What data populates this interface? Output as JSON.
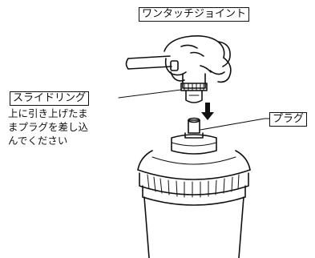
{
  "labels": {
    "one_touch_joint": "ワンタッチジョイント",
    "slide_ring": "スライドリング",
    "plug": "プラグ"
  },
  "instruction": {
    "lines": [
      "上に引き上げたま",
      "まプラグを差し込",
      "んでください"
    ]
  },
  "icons": {
    "arrow": "down-arrow-icon",
    "hand": "hand-icon"
  }
}
